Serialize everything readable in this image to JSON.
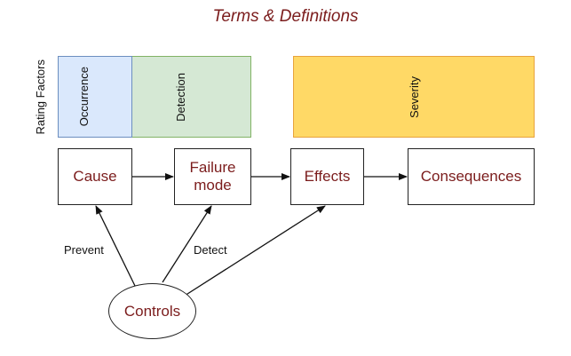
{
  "title": "Terms & Definitions",
  "side_label": "Rating Factors",
  "factors": {
    "occurrence": {
      "label": "Occurrence",
      "fill": "#dae8fc",
      "stroke": "#6c8ebf"
    },
    "detection": {
      "label": "Detection",
      "fill": "#d5e8d4",
      "stroke": "#82b366"
    },
    "severity": {
      "label": "Severity",
      "fill": "#ffd966",
      "stroke": "#e8a33d"
    }
  },
  "nodes": {
    "cause": "Cause",
    "failure_mode": {
      "line1": "Failure",
      "line2": "mode"
    },
    "effects": "Effects",
    "consequences": "Consequences",
    "controls": "Controls"
  },
  "edge_labels": {
    "prevent": "Prevent",
    "detect": "Detect"
  },
  "colors": {
    "node_text": "#7b1c1c",
    "title_text": "#7b1c1c"
  }
}
